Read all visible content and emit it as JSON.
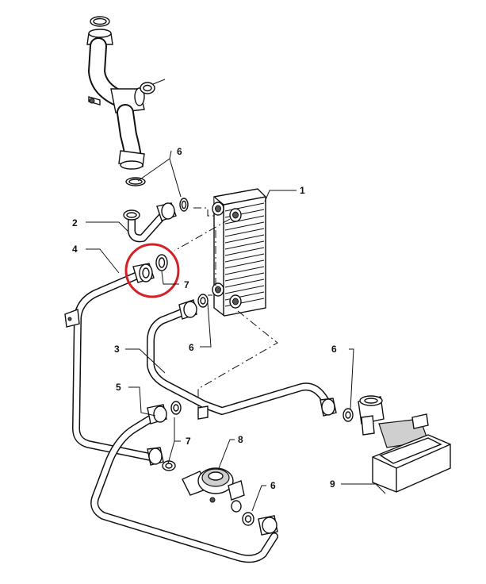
{
  "callouts": [
    {
      "id": "1",
      "label": "1"
    },
    {
      "id": "2",
      "label": "2"
    },
    {
      "id": "3",
      "label": "3"
    },
    {
      "id": "4",
      "label": "4"
    },
    {
      "id": "5",
      "label": "5"
    },
    {
      "id": "6a",
      "label": "6"
    },
    {
      "id": "6b",
      "label": "6"
    },
    {
      "id": "6c",
      "label": "6"
    },
    {
      "id": "6d",
      "label": "6"
    },
    {
      "id": "7a",
      "label": "7"
    },
    {
      "id": "7b",
      "label": "7"
    },
    {
      "id": "8",
      "label": "8"
    },
    {
      "id": "9",
      "label": "9"
    }
  ],
  "highlight": {
    "color": "#d42027"
  },
  "colors": {
    "line": "#111111",
    "background": "#ffffff"
  }
}
